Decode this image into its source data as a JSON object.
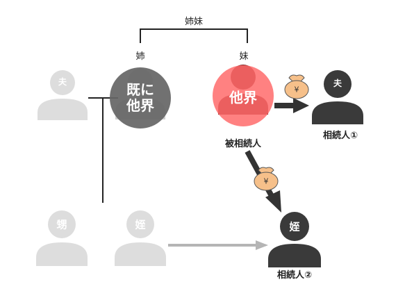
{
  "labels": {
    "siblings": "姉妹",
    "elder_sister": "姉",
    "younger_sister": "妹",
    "deceased_elder": "既に\n他界",
    "deceased_younger": "他界",
    "decedent": "被相続人",
    "heir1": "相続人①",
    "heir2": "相続人②"
  },
  "persons": {
    "husband_left": "夫",
    "husband_right": "夫",
    "nephew": "甥",
    "niece_left": "姪",
    "niece_right": "姪"
  },
  "money_symbol": "¥",
  "colors": {
    "faded": "#dddddd",
    "dark": "#3a3a3a",
    "deceased_overlay": "#666666",
    "red_overlay": "#ff6b6b",
    "money": "#f6c08a",
    "arrow_gray": "#b5b5b5"
  },
  "icons": [
    "person-icon",
    "money-bag-icon",
    "arrow-icon"
  ]
}
